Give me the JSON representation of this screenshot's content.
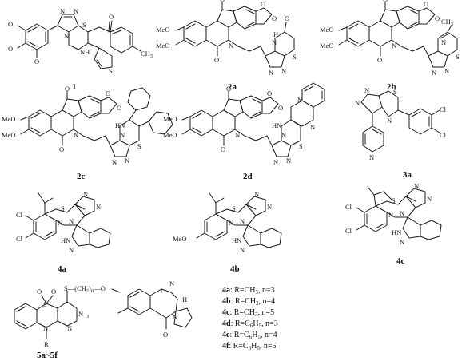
{
  "compounds": [
    {
      "id": "c1",
      "tag": "1"
    },
    {
      "id": "c2a",
      "tag": "2a"
    },
    {
      "id": "c2b",
      "tag": "2b"
    },
    {
      "id": "c2c",
      "tag": "2c"
    },
    {
      "id": "c2d",
      "tag": "2d"
    },
    {
      "id": "c3a",
      "tag": "3a"
    },
    {
      "id": "c4a",
      "tag": "4a"
    },
    {
      "id": "c4b",
      "tag": "4b"
    },
    {
      "id": "c4c",
      "tag": "4c"
    },
    {
      "id": "c5",
      "tag": "5a~5f"
    }
  ],
  "atoms": {
    "N": "N",
    "S": "S",
    "O": "O",
    "NH": "NH",
    "HN": "HN",
    "H": "H",
    "HNN": "HN",
    "Cl": "Cl",
    "R": "R",
    "CH3": "CH",
    "three": "3",
    "OMe": "O",
    "MeO": "MeO",
    "MeO2": "MeO",
    "OCH3": "OCH",
    "MeOp": "MeO",
    "sub2": "2",
    "n": "n"
  },
  "key_rows": [
    {
      "tag": "4a",
      "text": ": R=CH",
      "sub": "3",
      "tail": ", n=3"
    },
    {
      "tag": "4b",
      "text": ": R=CH",
      "sub": "3",
      "tail": ", n=4"
    },
    {
      "tag": "4c",
      "text": ": R=CH",
      "sub": "3",
      "tail": ", n=5"
    },
    {
      "tag": "4d",
      "text": ": R=C",
      "sub": "6",
      "mid": "H",
      "sub2": "5",
      "tail": ", n=3"
    },
    {
      "tag": "4e",
      "text": ": R=C",
      "sub": "6",
      "mid": "H",
      "sub2": "5",
      "tail": ", n=4"
    },
    {
      "tag": "4f",
      "text": ": R=C",
      "sub": "6",
      "mid": "H",
      "sub2": "5",
      "tail": ", n=5"
    }
  ]
}
